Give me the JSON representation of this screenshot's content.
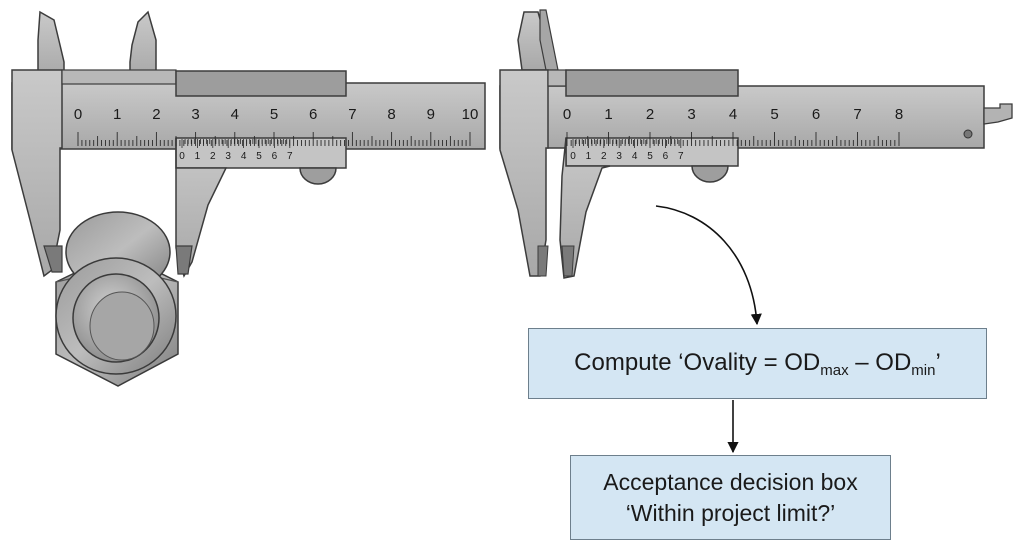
{
  "left_caliper": {
    "main_scale_numbers": [
      "0",
      "1",
      "2",
      "3",
      "4",
      "5",
      "6",
      "7",
      "8",
      "9",
      "10"
    ],
    "vernier_numbers": [
      "0",
      "1",
      "2",
      "3",
      "4",
      "5",
      "6",
      "7"
    ]
  },
  "right_caliper": {
    "main_scale_numbers": [
      "0",
      "1",
      "2",
      "3",
      "4",
      "5",
      "6",
      "7",
      "8"
    ],
    "vernier_numbers": [
      "0",
      "1",
      "2",
      "3",
      "4",
      "5",
      "6",
      "7"
    ]
  },
  "compute_box": {
    "prefix": "Compute ‘Ovality = OD",
    "sub1": "max",
    "mid": " – OD",
    "sub2": "min",
    "suffix": "’"
  },
  "decision_box": {
    "line1": "Acceptance decision box",
    "line2": "‘Within project limit?’"
  },
  "colors": {
    "steel": "#b5b5b5",
    "steel_dark": "#8c8c8c",
    "outline": "#3c3c3c",
    "box_fill": "#d4e6f3",
    "box_border": "#6d7f8c"
  }
}
